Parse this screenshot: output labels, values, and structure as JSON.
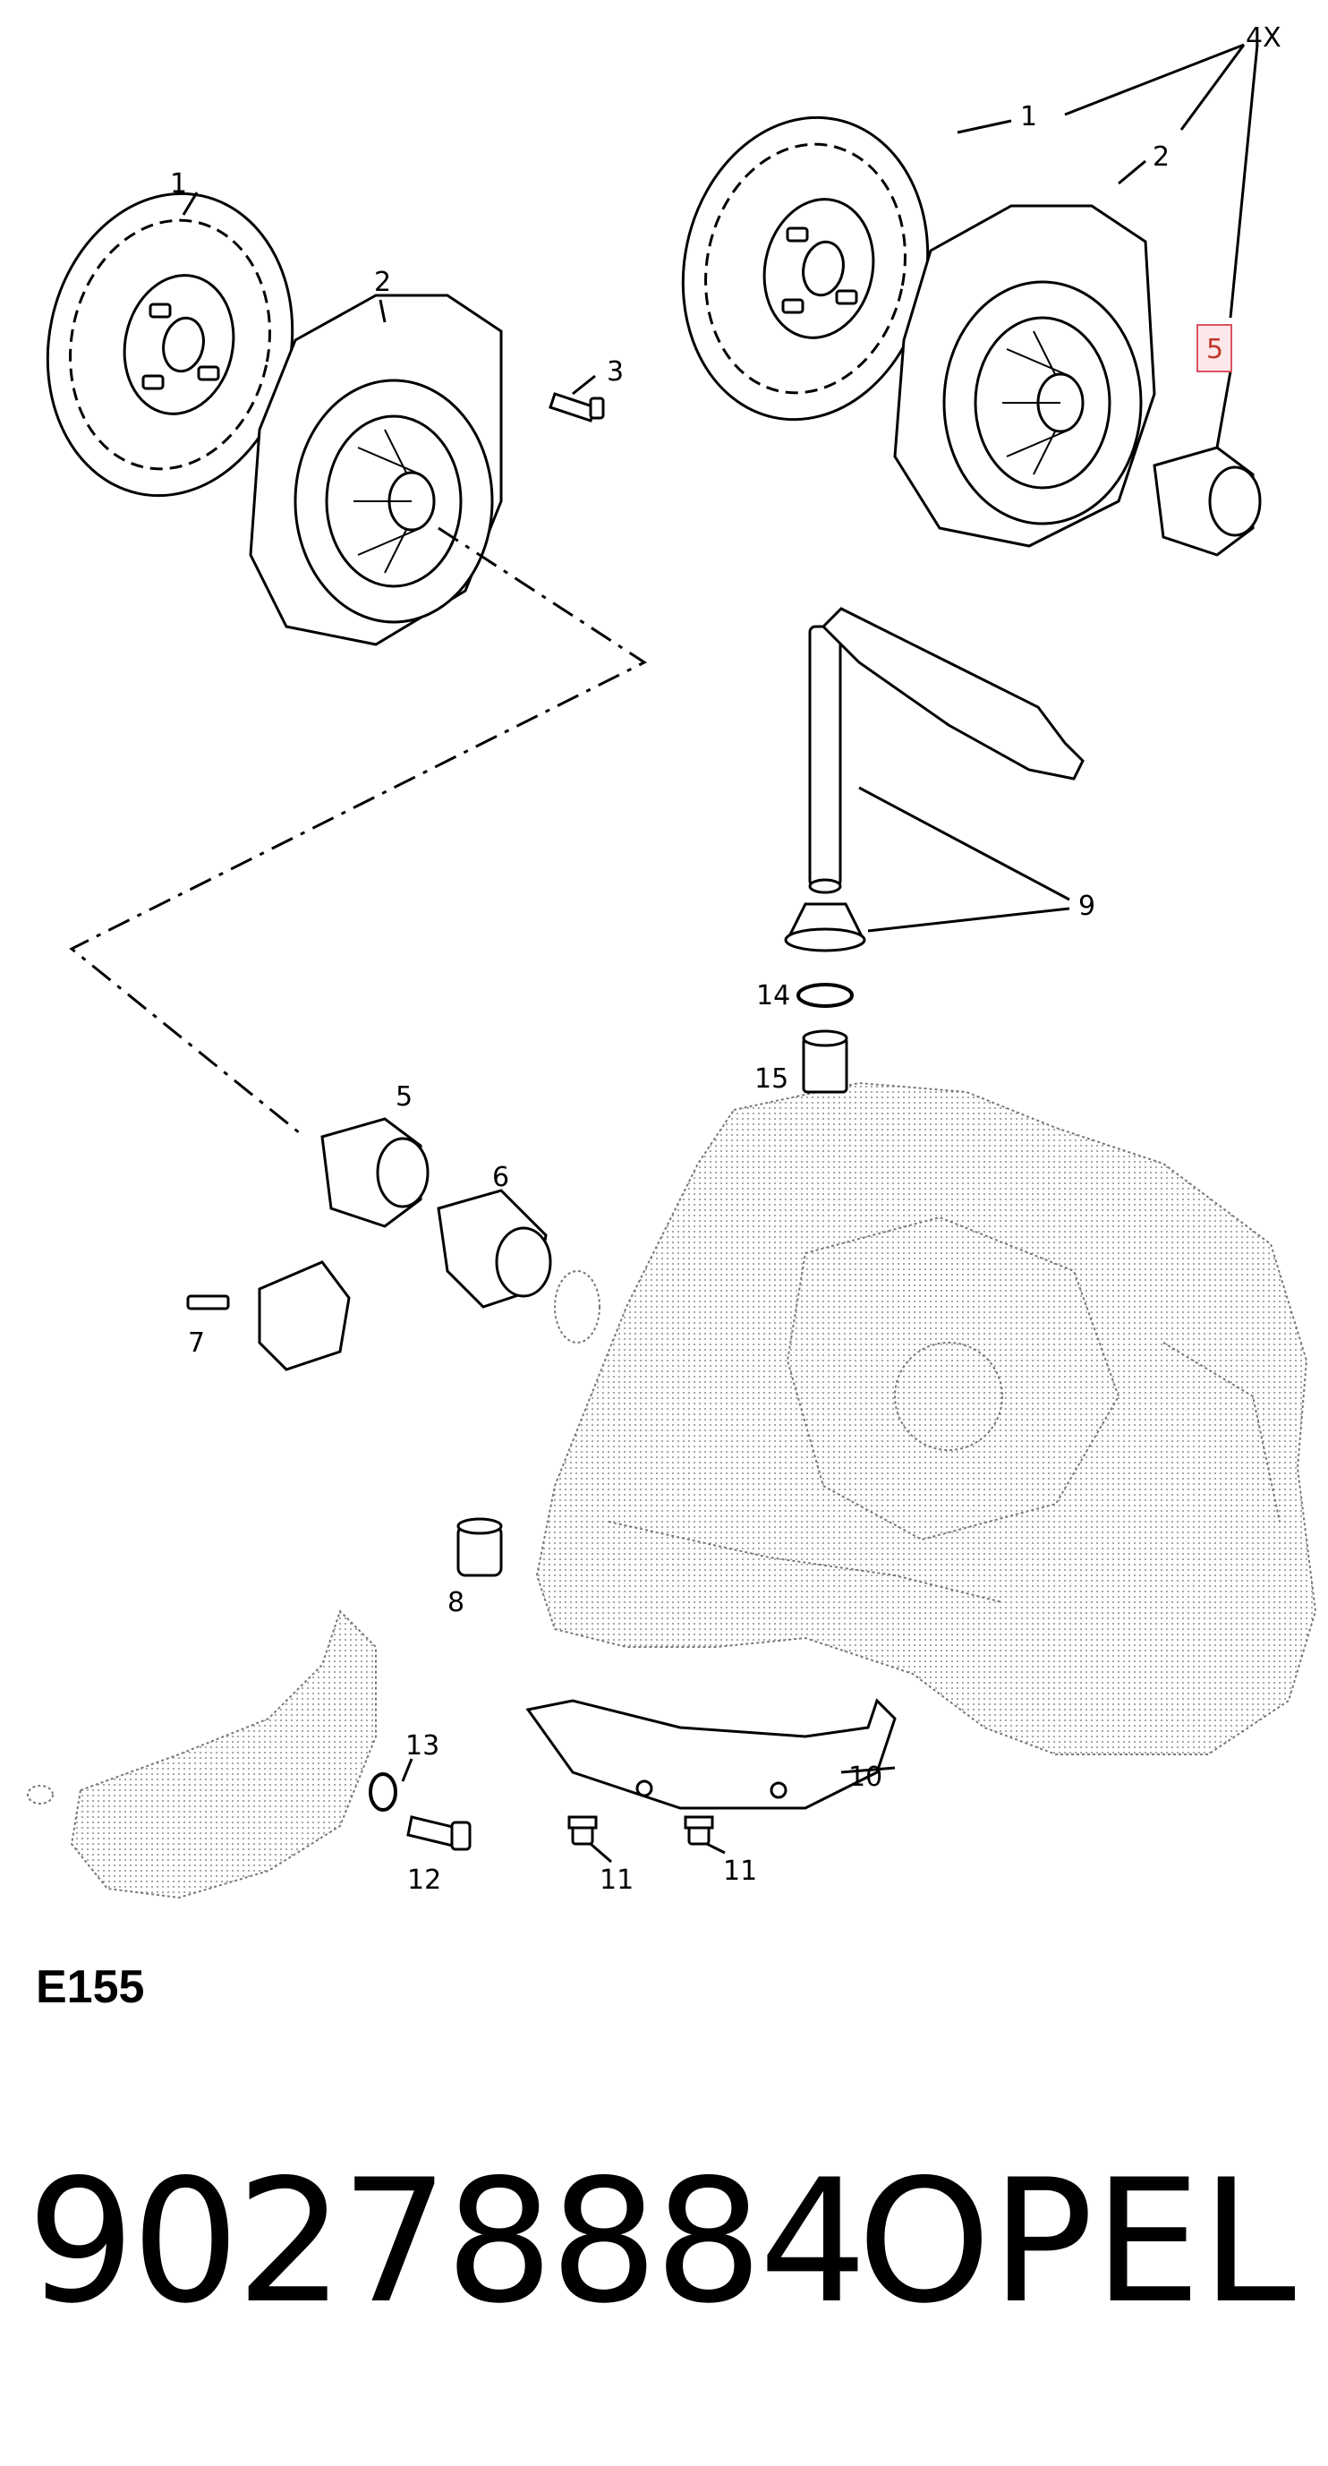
{
  "diagram": {
    "callouts": {
      "c1_left": "1",
      "c2_left": "2",
      "c3": "3",
      "c1_right": "1",
      "c2_right": "2",
      "c4x": "4X",
      "c5_highlight": "5",
      "c5_bearing": "5",
      "c6": "6",
      "c7": "7",
      "c8": "8",
      "c9": "9",
      "c10": "10",
      "c11_a": "11",
      "c11_b": "11",
      "c12": "12",
      "c13": "13",
      "c14": "14",
      "c15": "15"
    },
    "code": "E155"
  },
  "footer": {
    "part_number": "90278884",
    "brand": "OPEL"
  },
  "colors": {
    "highlight_border": "#d9535f",
    "highlight_fill": "#fde7ea",
    "line": "#000000",
    "stipple": "#888888"
  }
}
